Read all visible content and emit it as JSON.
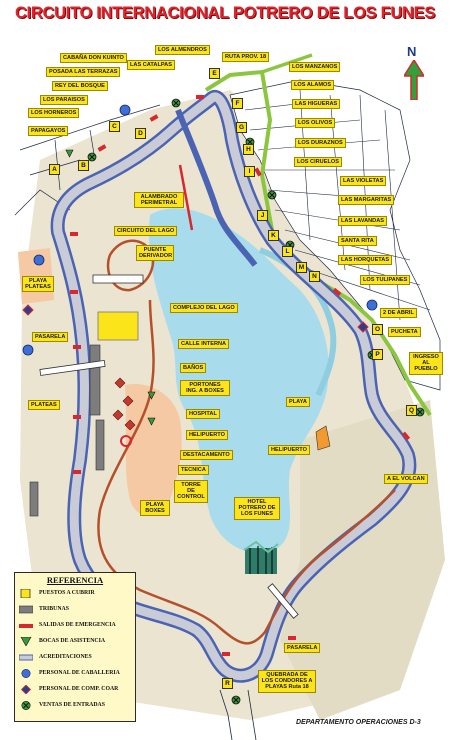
{
  "title": "CIRCUITO INTERNACIONAL POTRERO DE LOS FUNES",
  "north_letter": "N",
  "department": "DEPARTAMENTO OPERACIONES D-3",
  "colors": {
    "track_outer": "#4b63b3",
    "track_inner": "#c9ccd6",
    "lake": "#a8dcec",
    "ground": "#ebe4d0",
    "label_yellow": "#fbe419",
    "road_green": "#8cc63f",
    "wall_red": "#d8272e",
    "barrier_brown": "#b5512a",
    "boxes_peach": "#f5c9a3"
  },
  "labels": {
    "cabana": "CABAÑA DON KUINTO",
    "terrazas": "POSADA LAS TERRAZAS",
    "rey": "REY DEL BOSQUE",
    "paraisos": "LOS PARAISOS",
    "horneros": "LOS HORNEROS",
    "papagayos": "PAPAGAYOS",
    "almendros": "LOS ALMENDROS",
    "catalpas": "LAS CATALPAS",
    "ruta18": "RUTA PROV. 18",
    "manzanos": "LOS MANZANOS",
    "alamos": "LOS  ALAMOS",
    "higueras": "LAS HIGUERAS",
    "olivos": "LOS OLIVOS",
    "duraznos": "LOS DURAZNOS",
    "ciruelos": "LOS CIRUELOS",
    "violetas": "LAS VIOLETAS",
    "margaritas": "LAS MARGARITAS",
    "lavandas": "LAS LAVANDAS",
    "santarita": "SANTA RITA",
    "horquetas": "LAS HORQUETAS",
    "tulipanes": "LOS TULIPANES",
    "abril": "2 DE ABRIL",
    "pucheta": "PUCHETA",
    "ingreso": "INGRESO AL PUEBLO",
    "alambrado": "ALAMBRADO PERIMETRAL",
    "circuito_lago": "CIRCUITO DEL LAGO",
    "puente": "PUENTE DERIVADOR",
    "playa_plateas": "PLAYA PLATEAS",
    "complejo": "COMPLEJO DEL LAGO",
    "pasarela_left": "PASARELA",
    "calle": "CALLE INTERNA",
    "banos": "BAÑOS",
    "portones": "PORTONES ING. A BOXES",
    "plateas": "PLATEAS",
    "hospital": "HOSPITAL",
    "helipuerto1": "HELIPUERTO",
    "destacamento": "DESTACAMENTO",
    "tecnica": "TECNICA",
    "torre": "TORRE DE CONTROL",
    "playa_boxes": "PLAYA BOXES",
    "playa": "PLAYA",
    "helipuerto2": "HELIPUERTO",
    "hotel": "HOTEL POTRERO DE LOS FUNES",
    "volcan": "A EL VOLCAN",
    "pasarela_bottom": "PASARELA",
    "quebrada": "QUEBRADA DE LOS CONDORES A PLAYAS Ruta 18"
  },
  "markers": [
    "A",
    "B",
    "C",
    "D",
    "E",
    "F",
    "G",
    "H",
    "I",
    "J",
    "K",
    "L",
    "M",
    "N",
    "O",
    "P",
    "Q",
    "R"
  ],
  "legend": {
    "title": "REFERENCIA",
    "items": [
      {
        "text": "PUESTOS A CUBRIR",
        "icon": "yellow-square"
      },
      {
        "text": "TRIBUNAS",
        "icon": "grey-bar"
      },
      {
        "text": "SALIDAS DE  EMERGENCIA",
        "icon": "red-dash"
      },
      {
        "text": "BOCAS DE ASISTENCIA",
        "icon": "green-triangle"
      },
      {
        "text": "ACREDITACIONES",
        "icon": "grey-band"
      },
      {
        "text": "PERSONAL DE CABALLERIA",
        "icon": "blue-circle"
      },
      {
        "text": "PERSONAL DE COMP. COAR",
        "icon": "blue-diamond"
      },
      {
        "text": "VENTAS DE ENTRADAS",
        "icon": "green-x-circle"
      }
    ]
  }
}
